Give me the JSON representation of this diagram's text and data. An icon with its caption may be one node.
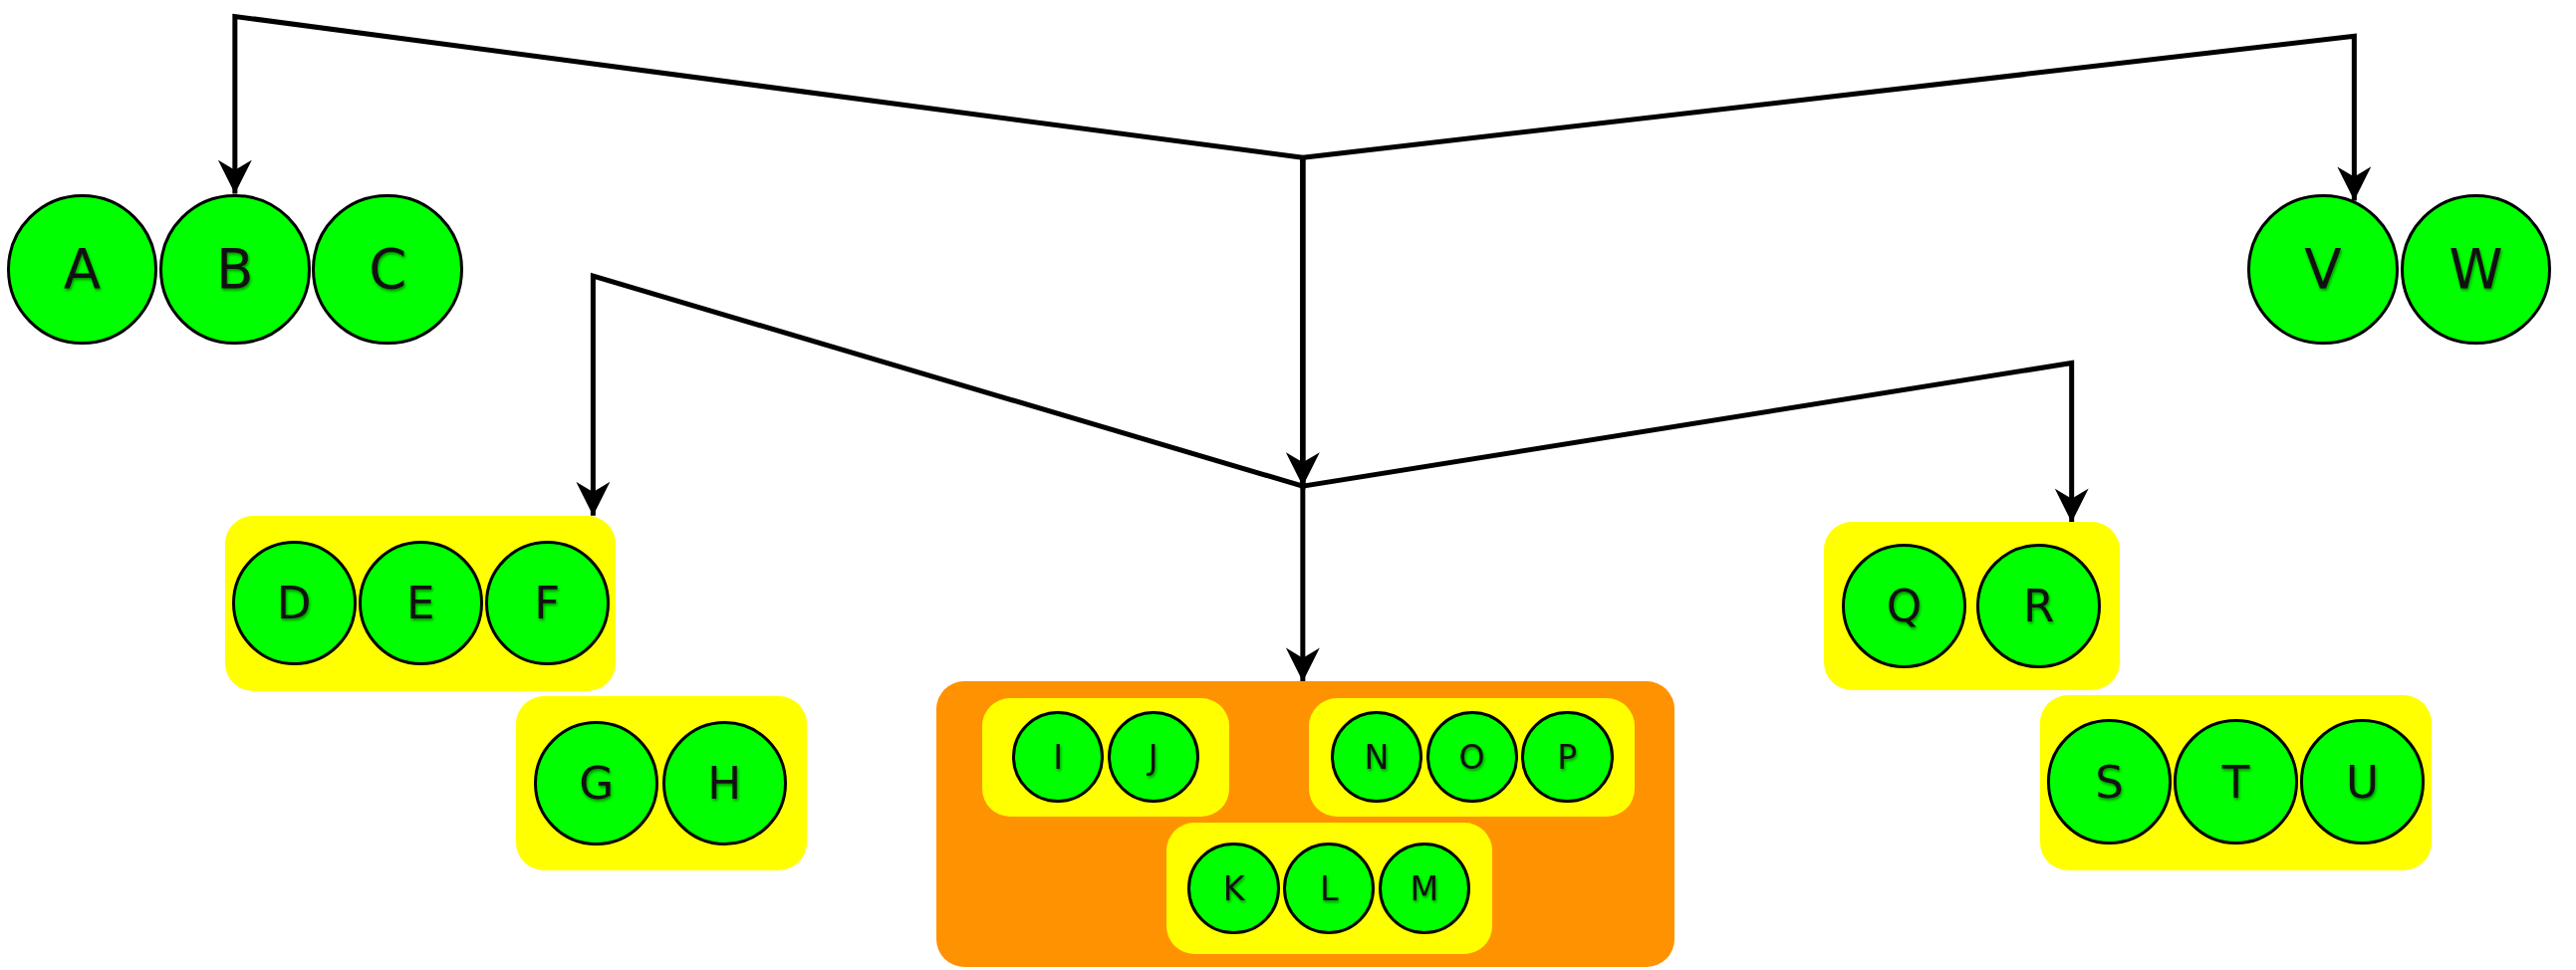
{
  "diagram": {
    "nodes": [
      {
        "text": [
          "A"
        ]
      },
      {
        "text": [
          "B"
        ]
      },
      {
        "text": [
          "C"
        ]
      },
      {
        "text": [
          "V"
        ]
      },
      {
        "text": [
          "W"
        ]
      },
      {
        "text": [],
        "shape": "box"
      },
      {
        "text": [
          "D"
        ],
        "in": 5
      },
      {
        "text": [
          "E"
        ],
        "in": 5
      },
      {
        "text": [
          "F"
        ],
        "in": 5
      },
      {
        "text": [],
        "shape": "box"
      },
      {
        "text": [
          "G"
        ],
        "in": 9
      },
      {
        "text": [
          "H"
        ],
        "in": 9
      },
      {
        "text": [],
        "shape": "box"
      },
      {
        "text": [],
        "shape": "box",
        "in": 12
      },
      {
        "text": [
          "I"
        ],
        "in": 13
      },
      {
        "text": [
          "J"
        ],
        "in": 13
      },
      {
        "text": [],
        "shape": "box",
        "in": 12
      },
      {
        "text": [
          "K"
        ],
        "in": 16
      },
      {
        "text": [
          "L"
        ],
        "in": 16
      },
      {
        "text": [
          "M"
        ],
        "in": 16
      },
      {
        "text": [],
        "shape": "box",
        "in": 12
      },
      {
        "text": [
          "N"
        ],
        "in": 20
      },
      {
        "text": [
          "O"
        ],
        "in": 20
      },
      {
        "text": [
          "P"
        ],
        "in": 20
      },
      {
        "text": [],
        "shape": "box"
      },
      {
        "text": [
          "Q"
        ],
        "in": 24
      },
      {
        "text": [
          "R"
        ],
        "in": 24
      },
      {
        "text": [],
        "shape": "box"
      },
      {
        "text": [
          "S"
        ],
        "in": 27
      },
      {
        "text": [
          "T"
        ],
        "in": 27
      },
      {
        "text": [
          "U"
        ],
        "in": 27
      }
    ],
    "edges": [
      {
        "from": null,
        "to": 1,
        "arrow": "to"
      },
      {
        "from": null,
        "to": 3,
        "arrow": "to"
      },
      {
        "from": null,
        "to": 5,
        "arrow": "to"
      },
      {
        "from": null,
        "to": 12,
        "arrow": "to"
      },
      {
        "from": null,
        "to": 24,
        "arrow": "to"
      }
    ]
  }
}
